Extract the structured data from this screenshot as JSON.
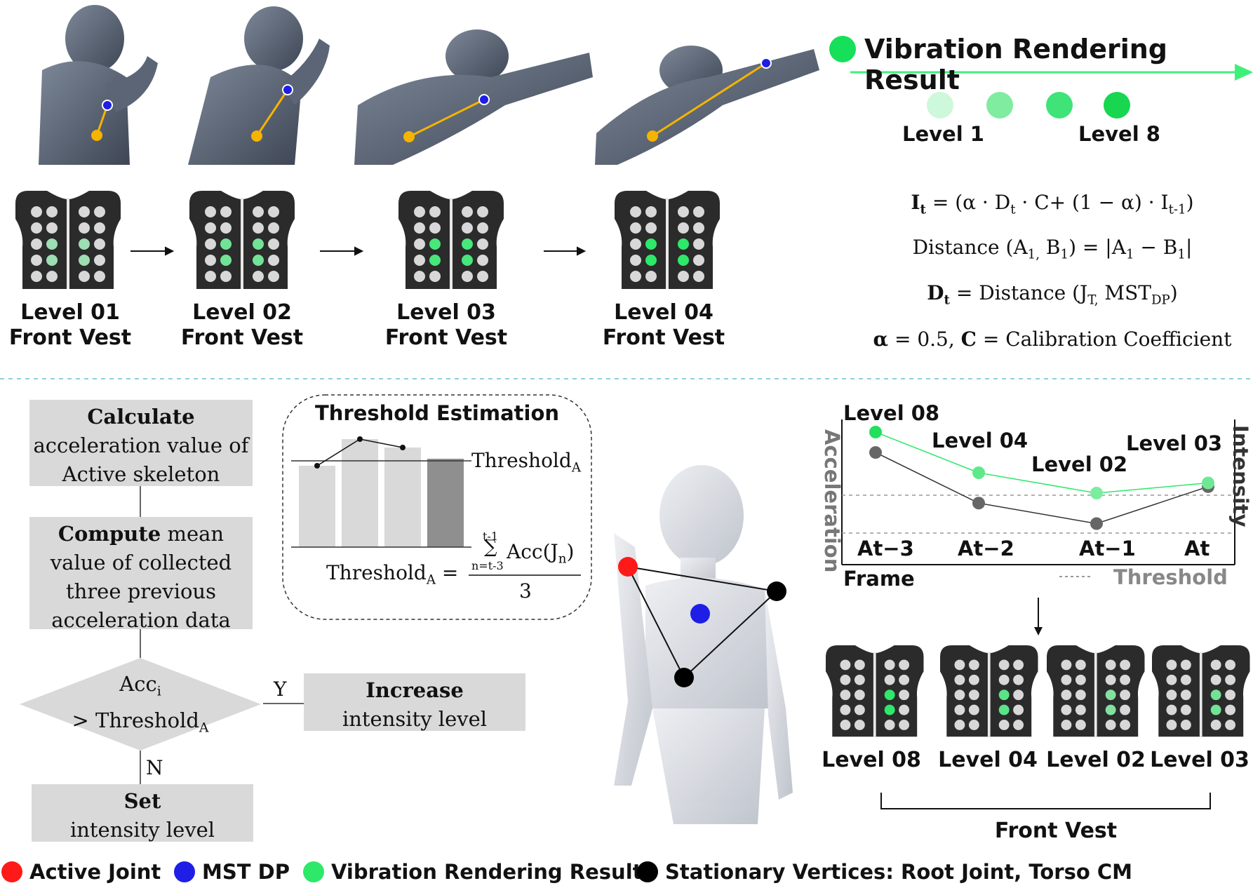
{
  "colors": {
    "active_joint": "#ff1a1a",
    "mst_dp": "#1e1ee6",
    "vibration": "#2ee86a",
    "stationary": "#000000",
    "vest": "#2b2b2b",
    "motor_off": "#d8d8d8",
    "box": "#d9d9d9"
  },
  "top": {
    "title": "Vibration Rendering Result",
    "scale_low": "Level 1",
    "scale_high": "Level 8",
    "vests": [
      {
        "level": "Level 01",
        "name": "Front Vest",
        "intensity": 0.35
      },
      {
        "level": "Level 02",
        "name": "Front Vest",
        "intensity": 0.6
      },
      {
        "level": "Level 03",
        "name": "Front Vest",
        "intensity": 0.85
      },
      {
        "level": "Level 04",
        "name": "Front Vest",
        "intensity": 1.0
      }
    ]
  },
  "formulas": {
    "f1": "It = (α · Dt · C+ (1 − α) · It-1)",
    "f2": "Distance (A1, B1) = |A1 − B1|",
    "f3": "Dt = Distance (JT, MSTDP)",
    "f4": "α = 0.5, C = Calibration Coefficient"
  },
  "flow": {
    "box1_bold": "Calculate",
    "box1_rest": "acceleration value of Active skeleton",
    "box2_bold": "Compute",
    "box2_rest": "mean value of collected three previous acceleration data",
    "decision": "Acci > ThresholdA",
    "yes": "Y",
    "no": "N",
    "box3_bold": "Increase",
    "box3_rest": "intensity level",
    "box4_bold": "Set",
    "box4_rest": "intensity level"
  },
  "threshold": {
    "title": "Threshold Estimation",
    "label": "ThresholdA",
    "formula_lhs": "ThresholdA =",
    "sum_top": "t-1",
    "sum_bottom": "n=t-3",
    "sum_term": "Acc(Jn)",
    "denominator": "3"
  },
  "chart_data": {
    "type": "line",
    "y_left_label": "Acceleration",
    "y_right_label": "Intensity",
    "xlabel": "Frame",
    "categories": [
      "At−3",
      "At−2",
      "At−1",
      "At"
    ],
    "threshold_label": "Threshold",
    "series": [
      {
        "role": "intensity",
        "values": [
          8,
          4,
          2,
          3
        ],
        "labels": [
          "Level 08",
          "Level 04",
          "Level 02",
          "Level 03"
        ]
      },
      {
        "role": "acceleration",
        "values": [
          0.82,
          0.45,
          0.3,
          0.57
        ]
      }
    ],
    "threshold": 0.45
  },
  "bottom_vests": {
    "levels": [
      {
        "level": "Level 08",
        "intensity": 1.0
      },
      {
        "level": "Level 04",
        "intensity": 0.75
      },
      {
        "level": "Level 02",
        "intensity": 0.5
      },
      {
        "level": "Level 03",
        "intensity": 0.6
      }
    ],
    "group_label": "Front Vest"
  },
  "legend": {
    "active_joint": "Active Joint",
    "mst_dp": "MST DP",
    "vibration": "Vibration Rendering Result",
    "stationary": "Stationary Vertices: Root Joint, Torso CM"
  }
}
